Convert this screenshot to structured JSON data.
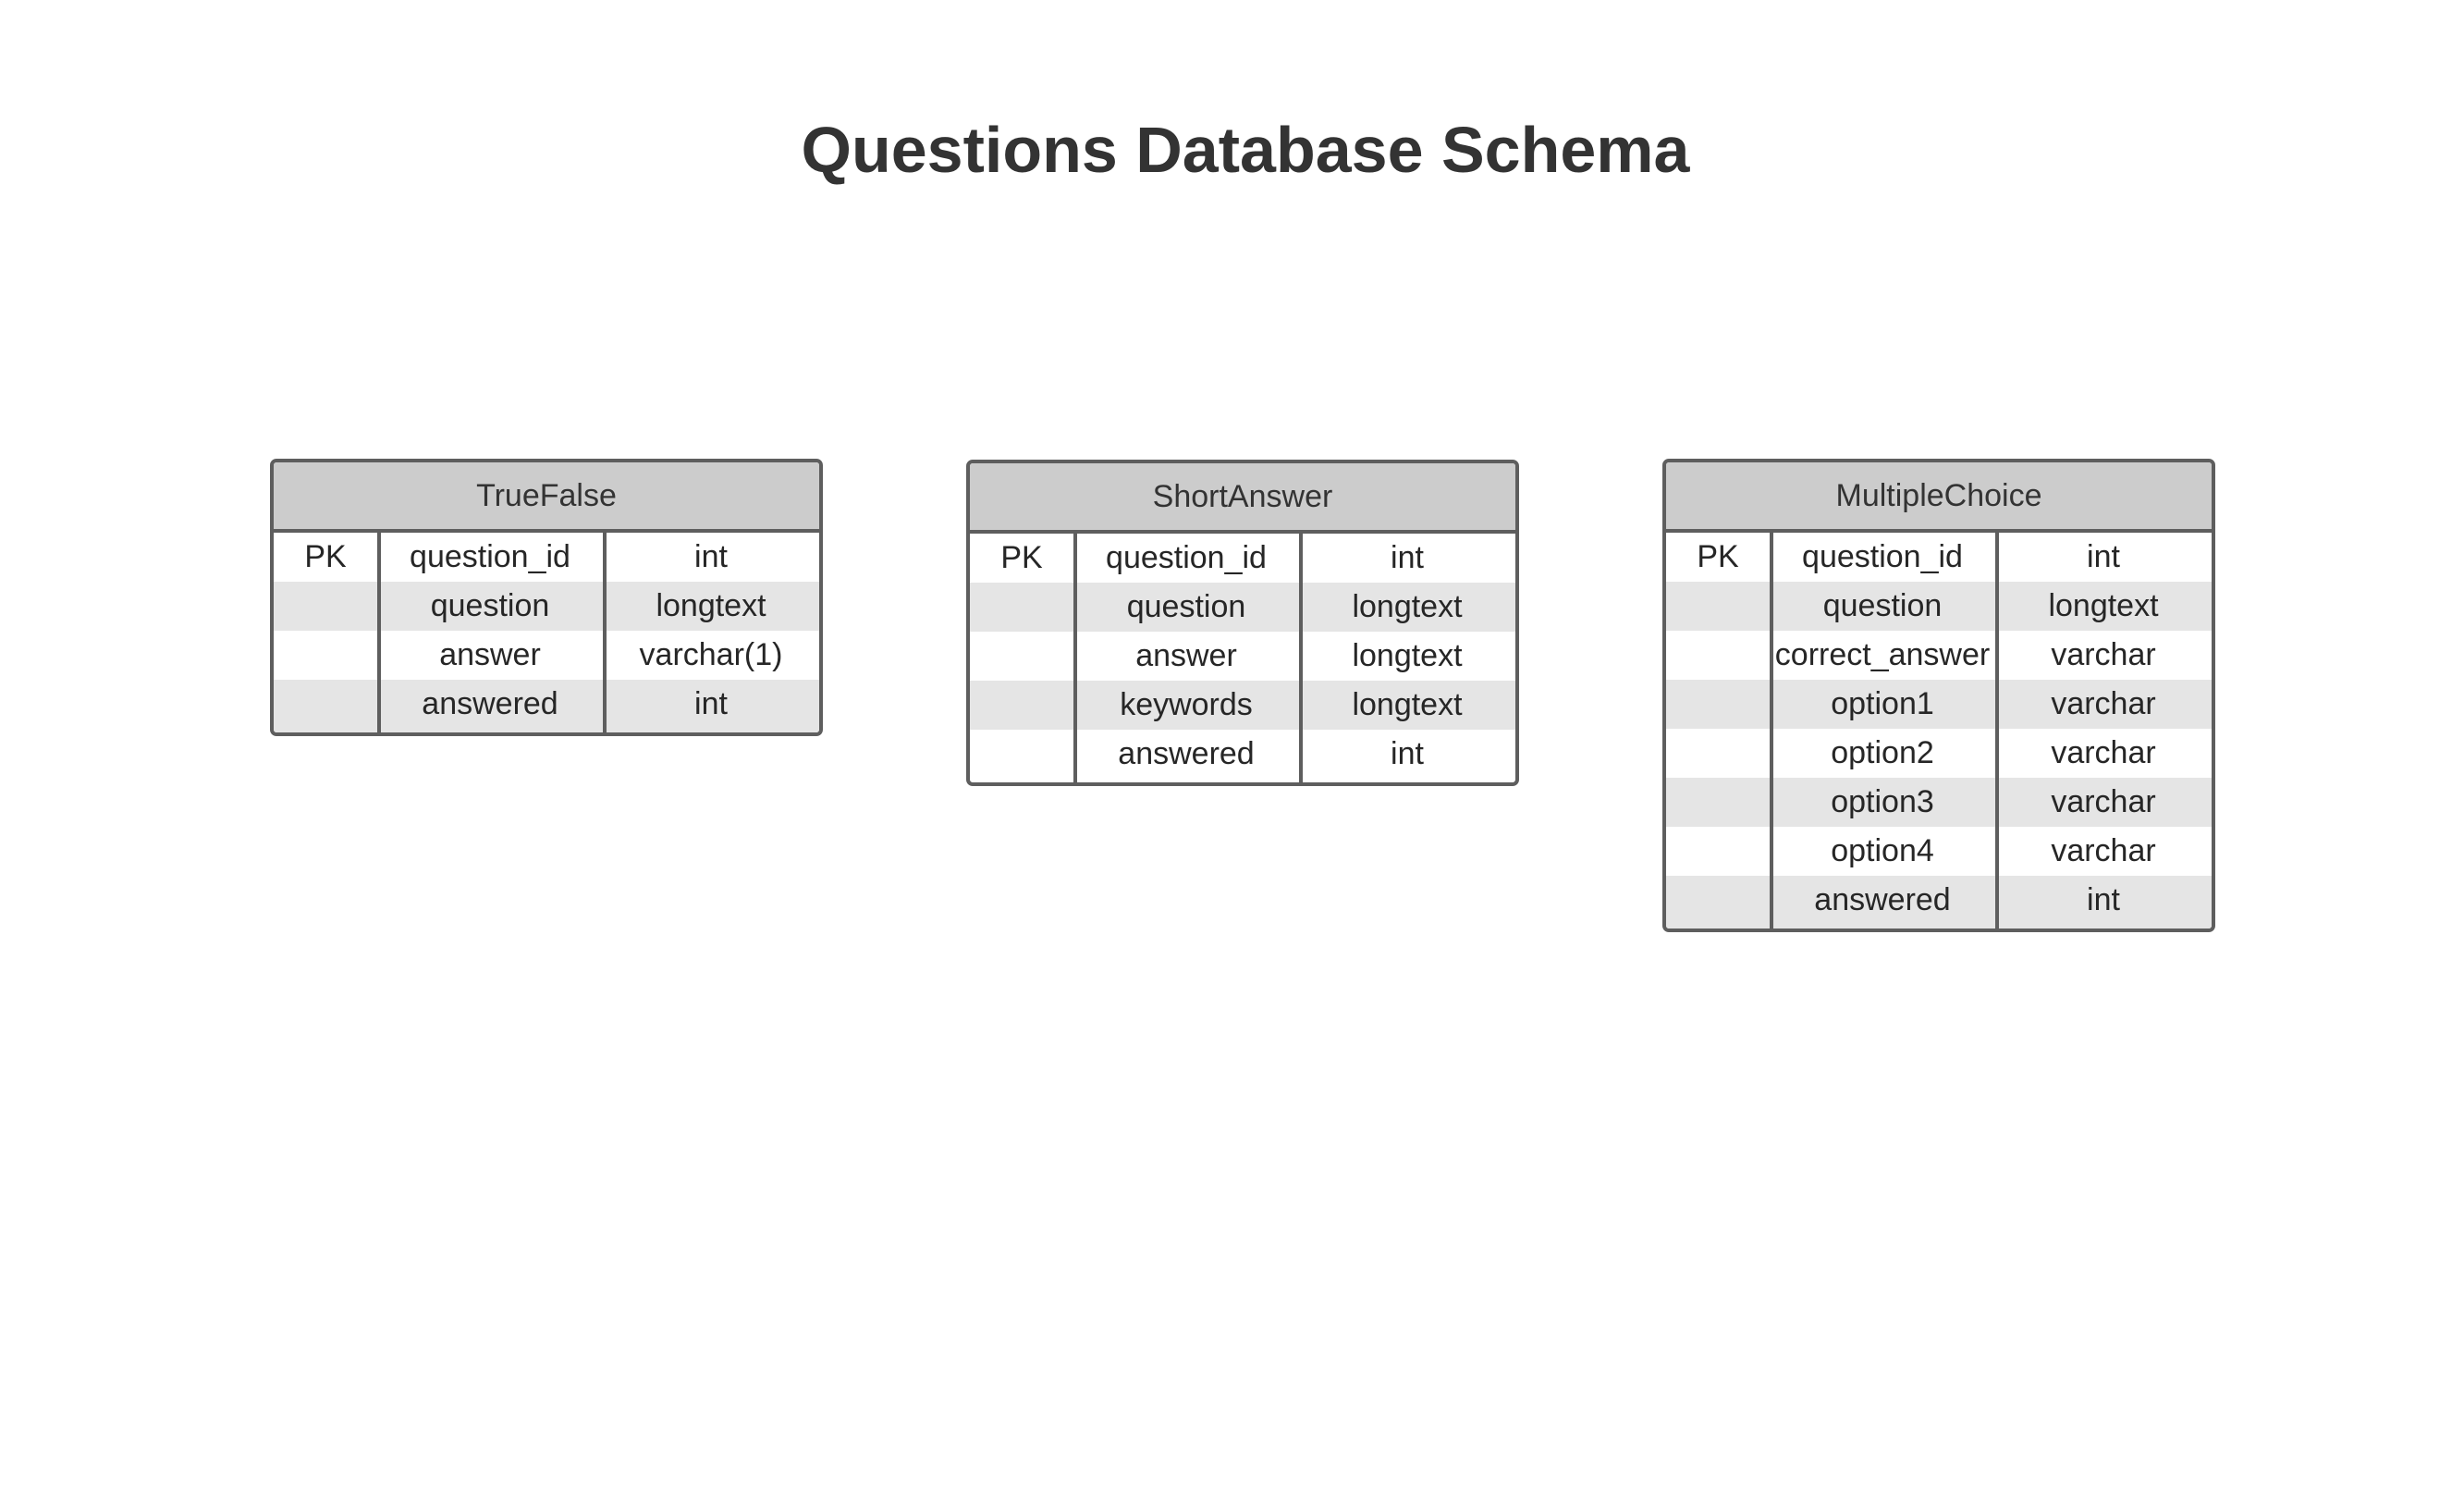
{
  "title": "Questions Database Schema",
  "entities": [
    {
      "name": "TrueFalse",
      "fields": [
        {
          "key": "PK",
          "name": "question_id",
          "type": "int"
        },
        {
          "key": "",
          "name": "question",
          "type": "longtext"
        },
        {
          "key": "",
          "name": "answer",
          "type": "varchar(1)"
        },
        {
          "key": "",
          "name": "answered",
          "type": "int"
        }
      ]
    },
    {
      "name": "ShortAnswer",
      "fields": [
        {
          "key": "PK",
          "name": "question_id",
          "type": "int"
        },
        {
          "key": "",
          "name": "question",
          "type": "longtext"
        },
        {
          "key": "",
          "name": "answer",
          "type": "longtext"
        },
        {
          "key": "",
          "name": "keywords",
          "type": "longtext"
        },
        {
          "key": "",
          "name": "answered",
          "type": "int"
        }
      ]
    },
    {
      "name": "MultipleChoice",
      "fields": [
        {
          "key": "PK",
          "name": "question_id",
          "type": "int"
        },
        {
          "key": "",
          "name": "question",
          "type": "longtext"
        },
        {
          "key": "",
          "name": "correct_answer",
          "type": "varchar"
        },
        {
          "key": "",
          "name": "option1",
          "type": "varchar"
        },
        {
          "key": "",
          "name": "option2",
          "type": "varchar"
        },
        {
          "key": "",
          "name": "option3",
          "type": "varchar"
        },
        {
          "key": "",
          "name": "option4",
          "type": "varchar"
        },
        {
          "key": "",
          "name": "answered",
          "type": "int"
        }
      ]
    }
  ],
  "colors": {
    "header_fill": "#cccccc",
    "border": "#5e5e5e",
    "alt_row_fill": "#e5e5e5",
    "text": "#333333"
  }
}
